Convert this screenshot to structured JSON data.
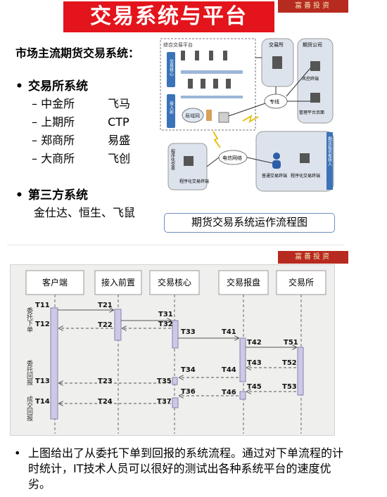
{
  "slide1": {
    "title": "交易系统与平台",
    "brand": "富善投资",
    "subtitle": "市场主流期货交易系统：",
    "exchange_heading": "交易所系统",
    "exchanges": [
      {
        "name": "中金所",
        "system": "飞马"
      },
      {
        "name": "上期所",
        "system": "CTP"
      },
      {
        "name": "郑商所",
        "system": "易盛"
      },
      {
        "name": "大商所",
        "system": "飞创"
      }
    ],
    "third_party_heading": "第三方系统",
    "third_party_list": "金仕达、恒生、飞鼠",
    "diagram_caption": "期货交易系统运作流程图",
    "diagram": {
      "platform_label": "综合交易平台",
      "exchange_label": "交易所",
      "futures_co_label": "期货公司",
      "risk_terminal": "风控终端",
      "mgmt_page": "管理平台页面",
      "dedicated_line": "专线",
      "lan": "局域网",
      "telecom_net": "电信网络",
      "normal_terminal": "普通交易终端",
      "program_terminal": "程序化交易终端",
      "program_terminal2": "程序化交易终端",
      "trade_core": "交易核心",
      "access": "接入前",
      "program_trade_vertical": "程序化交易",
      "investor_vertical": "期货投资者接入"
    }
  },
  "slide2": {
    "brand": "富善投资",
    "lanes": [
      "客户端",
      "接入前置",
      "交易核心",
      "交易报盘",
      "交易所"
    ],
    "side_labels": [
      "委托下单",
      "委托回报",
      "成交回报"
    ],
    "timestamps": [
      "T11",
      "T12",
      "T13",
      "T14",
      "T21",
      "T22",
      "T23",
      "T24",
      "T31",
      "T32",
      "T33",
      "T34",
      "T35",
      "T36",
      "T37",
      "T41",
      "T42",
      "T43",
      "T44",
      "T45",
      "T46",
      "T51",
      "T52",
      "T53"
    ],
    "description": "上图给出了从委托下单到回报的系统流程。通过对下单流程的计时统计，IT技术人员可以很好的测试出各种系统平台的速度优劣。"
  }
}
